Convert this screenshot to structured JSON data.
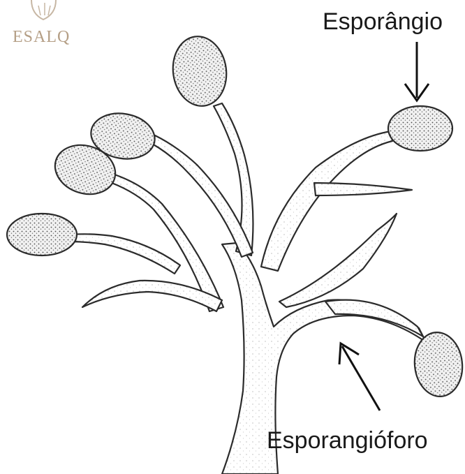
{
  "labels": {
    "sporangium": "Esporângio",
    "sporangiophore": "Esporangióforo"
  },
  "logo": {
    "text": "ESALQ"
  },
  "colors": {
    "ink": "#2b2b2b",
    "stipple": "#555555",
    "fill": "#f4f4f4",
    "logo": "#b59f86"
  }
}
